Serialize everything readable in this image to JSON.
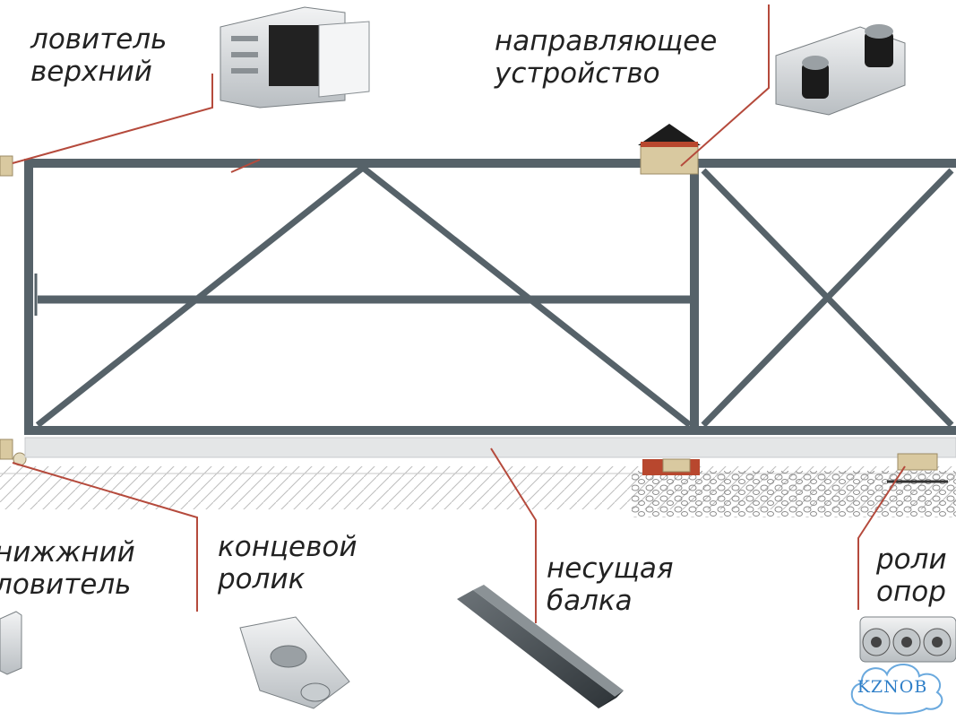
{
  "labels": {
    "upper_catcher": [
      "ловитель",
      "верхний"
    ],
    "guide_device": [
      "направляющее",
      "устройство"
    ],
    "lower_catcher": [
      "нижжний",
      "ловитель"
    ],
    "end_roller": [
      "концевой",
      "ролик"
    ],
    "carrier_beam": [
      "несущая",
      "балка"
    ],
    "support_rollers": [
      "роли",
      "опор"
    ]
  },
  "watermark": "KZNOB",
  "colors": {
    "frame": "#566269",
    "leader": "#b54a3c",
    "ground": "#cfcfcf",
    "beam": "#e4e6e7",
    "post": "#d9c9a0",
    "cap": "#b8472e",
    "watermark": "#2f7fc8"
  },
  "icons": [
    "upper-catcher-part",
    "guide-device-part",
    "lower-catcher-part",
    "end-roller-part",
    "carrier-beam-part",
    "support-rollers-part"
  ]
}
